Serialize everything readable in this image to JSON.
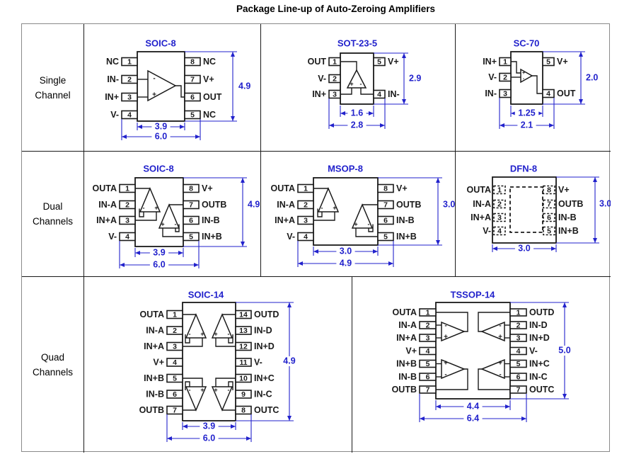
{
  "page_title": "Package Line-up of Auto-Zeroing Amplifiers",
  "colors": {
    "accent_blue": "#2222cc",
    "line_black": "#1a1a1a"
  },
  "rows": [
    {
      "label_lines": [
        "Single",
        "Channel"
      ],
      "packages": [
        {
          "layout": "soic8s",
          "name": "SOIC-8",
          "left_pins": [
            {
              "num": "1",
              "label": "NC"
            },
            {
              "num": "2",
              "label": "IN-"
            },
            {
              "num": "3",
              "label": "IN+"
            },
            {
              "num": "4",
              "label": "V-"
            }
          ],
          "right_pins": [
            {
              "num": "8",
              "label": "NC"
            },
            {
              "num": "7",
              "label": "V+"
            },
            {
              "num": "6",
              "label": "OUT"
            },
            {
              "num": "5",
              "label": "NC"
            }
          ],
          "amp_marks": [
            [
              "-",
              "+"
            ]
          ],
          "dims": {
            "inner_w": "3.9",
            "outer_w": "6.0",
            "height": "4.9"
          }
        },
        {
          "layout": "sot235",
          "name": "SOT-23-5",
          "left_pins": [
            {
              "num": "1",
              "label": "OUT"
            },
            {
              "num": "2",
              "label": "V-"
            },
            {
              "num": "3",
              "label": "IN+"
            }
          ],
          "right_pins": [
            {
              "num": "5",
              "label": "V+"
            },
            {
              "num": "4",
              "label": "IN-"
            }
          ],
          "amp_marks": [
            [
              "+",
              "-"
            ]
          ],
          "dims": {
            "inner_w": "1.6",
            "outer_w": "2.8",
            "height": "2.9"
          }
        },
        {
          "layout": "sc70",
          "name": "SC-70",
          "left_pins": [
            {
              "num": "1",
              "label": "IN+"
            },
            {
              "num": "2",
              "label": "V-"
            },
            {
              "num": "3",
              "label": "IN-"
            }
          ],
          "right_pins": [
            {
              "num": "5",
              "label": "V+"
            },
            {
              "num": "4",
              "label": "OUT"
            }
          ],
          "amp_marks": [
            [
              "+",
              "-"
            ]
          ],
          "dims": {
            "inner_w": "1.25",
            "outer_w": "2.1",
            "height": "2.0"
          }
        }
      ]
    },
    {
      "label_lines": [
        "Dual",
        "Channels"
      ],
      "packages": [
        {
          "layout": "soic8d",
          "name": "SOIC-8",
          "left_pins": [
            {
              "num": "1",
              "label": "OUTA"
            },
            {
              "num": "2",
              "label": "IN-A"
            },
            {
              "num": "3",
              "label": "IN+A"
            },
            {
              "num": "4",
              "label": "V-"
            }
          ],
          "right_pins": [
            {
              "num": "8",
              "label": "V+"
            },
            {
              "num": "7",
              "label": "OUTB"
            },
            {
              "num": "6",
              "label": "IN-B"
            },
            {
              "num": "5",
              "label": "IN+B"
            }
          ],
          "amp_marks": [
            [
              "-",
              "+"
            ],
            [
              "+",
              "-"
            ]
          ],
          "dims": {
            "inner_w": "3.9",
            "outer_w": "6.0",
            "height": "4.9"
          }
        },
        {
          "layout": "msop8",
          "name": "MSOP-8",
          "left_pins": [
            {
              "num": "1",
              "label": "OUTA"
            },
            {
              "num": "2",
              "label": "IN-A"
            },
            {
              "num": "3",
              "label": "IN+A"
            },
            {
              "num": "4",
              "label": "V-"
            }
          ],
          "right_pins": [
            {
              "num": "8",
              "label": "V+"
            },
            {
              "num": "7",
              "label": "OUTB"
            },
            {
              "num": "6",
              "label": "IN-B"
            },
            {
              "num": "5",
              "label": "IN+B"
            }
          ],
          "amp_marks": [
            [
              "-",
              "+"
            ],
            [
              "+",
              "-"
            ]
          ],
          "dims": {
            "inner_w": "3.0",
            "outer_w": "4.9",
            "height": "3.0"
          }
        },
        {
          "layout": "dfn8",
          "name": "DFN-8",
          "left_pins": [
            {
              "num": "1",
              "label": "OUTA"
            },
            {
              "num": "2",
              "label": "IN-A"
            },
            {
              "num": "3",
              "label": "IN+A"
            },
            {
              "num": "4",
              "label": "V-"
            }
          ],
          "right_pins": [
            {
              "num": "8",
              "label": "V+"
            },
            {
              "num": "7",
              "label": "OUTB"
            },
            {
              "num": "6",
              "label": "IN-B"
            },
            {
              "num": "5",
              "label": "IN+B"
            }
          ],
          "amp_marks": [],
          "dims": {
            "bottom_w": "3.0",
            "height": "3.0"
          }
        }
      ]
    },
    {
      "label_lines": [
        "Quad",
        "Channels"
      ],
      "packages": [
        {
          "layout": "soic14",
          "name": "SOIC-14",
          "left_pins": [
            {
              "num": "1",
              "label": "OUTA"
            },
            {
              "num": "2",
              "label": "IN-A"
            },
            {
              "num": "3",
              "label": "IN+A"
            },
            {
              "num": "4",
              "label": "V+"
            },
            {
              "num": "5",
              "label": "IN+B"
            },
            {
              "num": "6",
              "label": "IN-B"
            },
            {
              "num": "7",
              "label": "OUTB"
            }
          ],
          "right_pins": [
            {
              "num": "14",
              "label": "OUTD"
            },
            {
              "num": "13",
              "label": "IN-D"
            },
            {
              "num": "12",
              "label": "IN+D"
            },
            {
              "num": "11",
              "label": "V-"
            },
            {
              "num": "10",
              "label": "IN+C"
            },
            {
              "num": "9",
              "label": "IN-C"
            },
            {
              "num": "8",
              "label": "OUTC"
            }
          ],
          "amp_marks": [
            [
              "-",
              "+"
            ],
            [
              "+",
              "-"
            ],
            [
              "-",
              "+"
            ],
            [
              "+",
              "-"
            ]
          ],
          "dims": {
            "inner_w": "3.9",
            "outer_w": "6.0",
            "height": "4.9"
          }
        },
        {
          "layout": "tssop14",
          "name": "TSSOP-14",
          "left_pins": [
            {
              "num": "1",
              "label": "OUTA"
            },
            {
              "num": "2",
              "label": "IN-A"
            },
            {
              "num": "3",
              "label": "IN+A"
            },
            {
              "num": "4",
              "label": "V+"
            },
            {
              "num": "5",
              "label": "IN+B"
            },
            {
              "num": "6",
              "label": "IN-B"
            },
            {
              "num": "7",
              "label": "OUTB"
            }
          ],
          "right_pins": [
            {
              "num": "1",
              "label": "OUTD"
            },
            {
              "num": "2",
              "label": "IN-D"
            },
            {
              "num": "3",
              "label": "IN+D"
            },
            {
              "num": "4",
              "label": "V-"
            },
            {
              "num": "5",
              "label": "IN+C"
            },
            {
              "num": "6",
              "label": "IN-C"
            },
            {
              "num": "7",
              "label": "OUTC"
            }
          ],
          "amp_marks": [
            [
              "-",
              "+"
            ],
            [
              "+",
              "-"
            ],
            [
              "-",
              "+"
            ],
            [
              "+",
              "-"
            ]
          ],
          "dims": {
            "inner_w": "4.4",
            "outer_w": "6.4",
            "height": "5.0"
          }
        }
      ]
    }
  ]
}
